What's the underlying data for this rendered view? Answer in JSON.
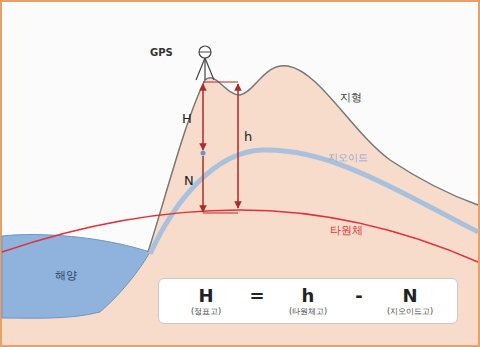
{
  "diagram": {
    "nodes": [
      {
        "text": [
          "H",
          "=",
          "h",
          "-",
          "N",
          "(정표고)",
          "(타원체고)",
          "(지오이드고)"
        ]
      }
    ],
    "labels": [
      "GPS",
      "H",
      "h",
      "N",
      "지형",
      "지오이드",
      "타원체",
      "해양"
    ]
  }
}
